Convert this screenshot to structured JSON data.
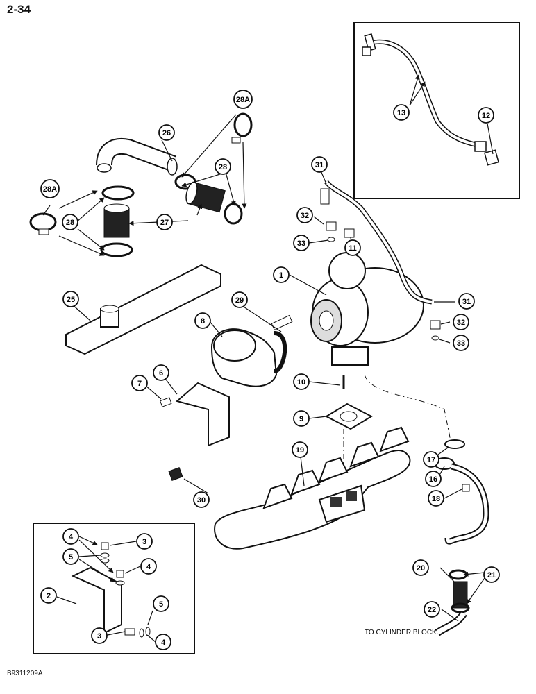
{
  "page_number": "2-34",
  "figure_code": "B9311209A",
  "annotation": "TO CYLINDER BLOCK",
  "callouts": [
    {
      "id": "c1",
      "label": "1"
    },
    {
      "id": "c2",
      "label": "2"
    },
    {
      "id": "c3a",
      "label": "3"
    },
    {
      "id": "c3b",
      "label": "3"
    },
    {
      "id": "c4a",
      "label": "4"
    },
    {
      "id": "c4b",
      "label": "4"
    },
    {
      "id": "c4c",
      "label": "4"
    },
    {
      "id": "c5a",
      "label": "5"
    },
    {
      "id": "c5b",
      "label": "5"
    },
    {
      "id": "c6",
      "label": "6"
    },
    {
      "id": "c7",
      "label": "7"
    },
    {
      "id": "c8",
      "label": "8"
    },
    {
      "id": "c9",
      "label": "9"
    },
    {
      "id": "c10",
      "label": "10"
    },
    {
      "id": "c11",
      "label": "11"
    },
    {
      "id": "c12",
      "label": "12"
    },
    {
      "id": "c13",
      "label": "13"
    },
    {
      "id": "c16",
      "label": "16"
    },
    {
      "id": "c17",
      "label": "17"
    },
    {
      "id": "c18",
      "label": "18"
    },
    {
      "id": "c19",
      "label": "19"
    },
    {
      "id": "c20",
      "label": "20"
    },
    {
      "id": "c21",
      "label": "21"
    },
    {
      "id": "c22",
      "label": "22"
    },
    {
      "id": "c25",
      "label": "25"
    },
    {
      "id": "c26",
      "label": "26"
    },
    {
      "id": "c27",
      "label": "27"
    },
    {
      "id": "c28a",
      "label": "28"
    },
    {
      "id": "c28b",
      "label": "28"
    },
    {
      "id": "c28Aa",
      "label": "28A"
    },
    {
      "id": "c28Ab",
      "label": "28A"
    },
    {
      "id": "c29",
      "label": "29"
    },
    {
      "id": "c30",
      "label": "30"
    },
    {
      "id": "c31a",
      "label": "31"
    },
    {
      "id": "c31b",
      "label": "31"
    },
    {
      "id": "c32a",
      "label": "32"
    },
    {
      "id": "c32b",
      "label": "32"
    },
    {
      "id": "c33a",
      "label": "33"
    },
    {
      "id": "c33b",
      "label": "33"
    }
  ]
}
